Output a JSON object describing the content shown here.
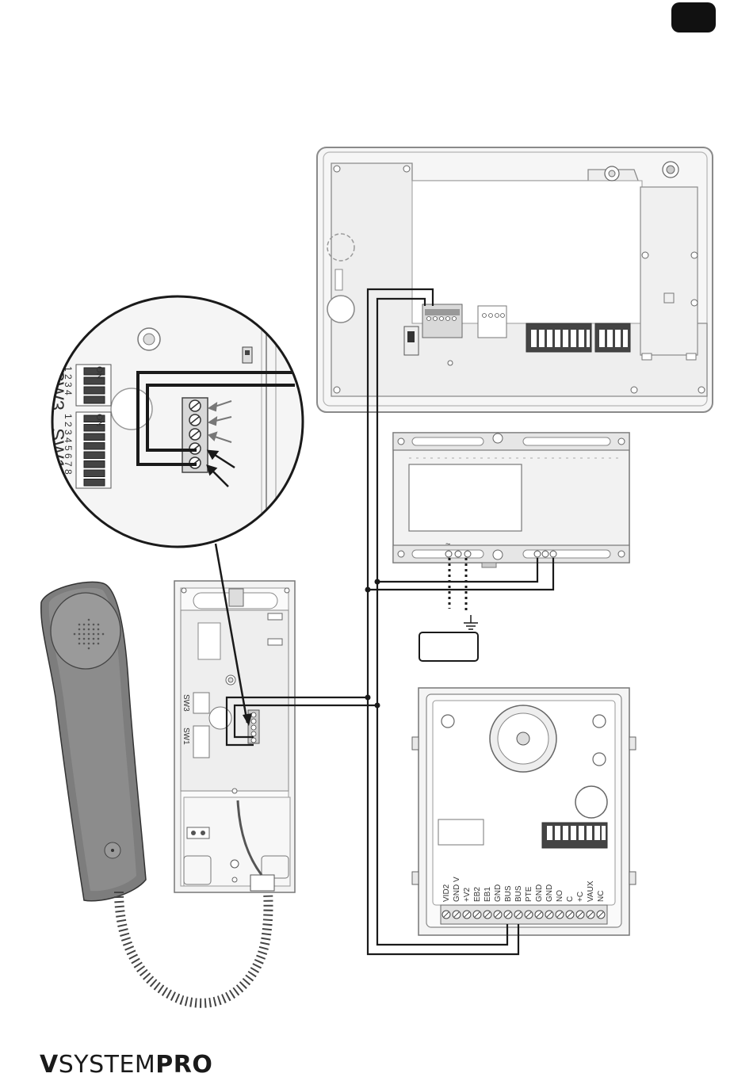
{
  "page": {
    "tab_marker": ""
  },
  "zoom_detail": {
    "sw3_label": "SW3",
    "sw1_label": "SW1",
    "sw3_on": "ON",
    "sw1_on": "ON",
    "sw3_numbers": "1 2 3 4",
    "sw1_numbers": "1 2 3 4 5 6 7 8"
  },
  "handset_unit": {
    "sw3_label": "SW3",
    "sw1_label": "SW1"
  },
  "panel_terminals": [
    "VID2",
    "GND V",
    "+V2",
    "EB2",
    "EB1",
    "GND",
    "BUS",
    "BUS",
    "PTE",
    "GND",
    "GND",
    "NO",
    "C",
    "+C",
    "VAUX",
    "NC"
  ],
  "power_supply": {
    "ac_symbol": "~"
  },
  "brand": {
    "v": "V",
    "system": "SYSTEM",
    "pro": "PRO"
  },
  "colors": {
    "line": "#1a1a1a",
    "device_fill": "#f4f4f4",
    "device_stroke": "#7a7a7a",
    "tab": "#111111"
  }
}
